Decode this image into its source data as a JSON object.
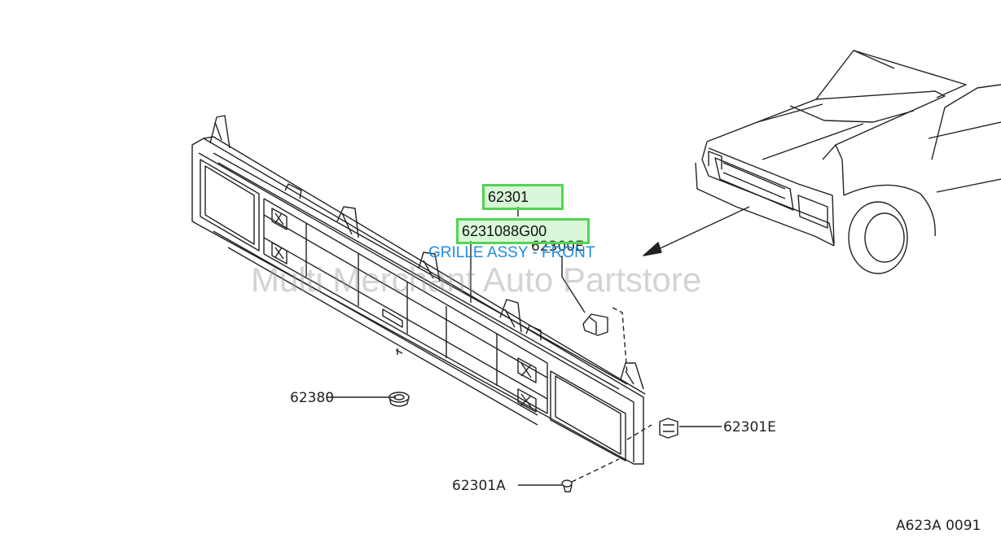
{
  "diagram": {
    "part_callout": "62301",
    "part_number": "6231088G00",
    "part_name": "GRILLE ASSY - FRONT",
    "watermark": "Multi Merchant Auto Partstore",
    "figure_code": "A623A 0091",
    "callouts": {
      "clip_top": "62300E",
      "grommet": "62380",
      "clip_right": "62301E",
      "screw": "62301A"
    },
    "highlight_color": "#52d452",
    "part_name_color": "#1e8ce0"
  }
}
